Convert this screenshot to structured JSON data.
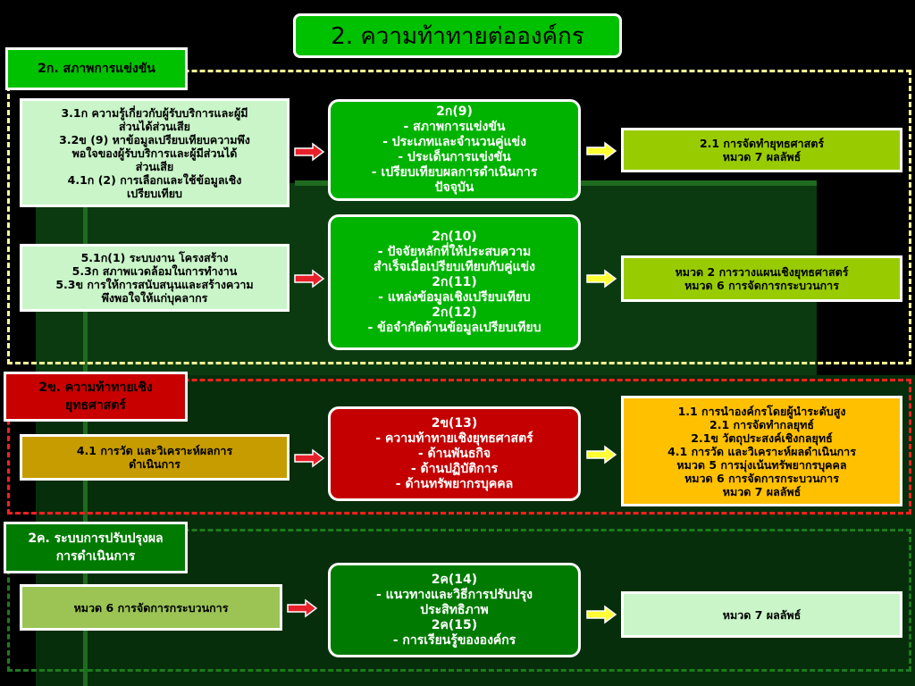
{
  "title": "2. ความท้าทายต่อองค์กร",
  "colors": {
    "title_bg": "#00c100",
    "section_a": "#00c100",
    "section_b": "#c80000",
    "section_c": "#007a00",
    "left_box": "#c9f5c9",
    "mid_green": "#00b300",
    "mid_red": "#c40000",
    "mid_darkgreen": "#007a00",
    "right_olive": "#99cc00",
    "right_yellow": "#ffc000",
    "right_light": "#c9f5c9",
    "left_gold": "#c79c00",
    "left_olive": "#9bc455",
    "arrow_red": "#e8202a",
    "arrow_yellow": "#ffff33",
    "dash_yellow": "#ffff99",
    "dash_red": "#ff2020",
    "dash_green": "#1e7a1e"
  },
  "sections": {
    "a": {
      "label": "2ก. สภาพการแข่งขัน"
    },
    "b": {
      "line1": "2ข. ความท้าทายเชิง",
      "line2": "ยุทธศาสตร์"
    },
    "c": {
      "line1": "2ค. ระบบการปรับปรุงผล",
      "line2": "การดำเนินการ"
    }
  },
  "left_boxes": {
    "a1": [
      "3.1ก ความรู้เกี่ยวกับผู้รับบริการและผู้มี",
      "ส่วนได้ส่วนเสีย",
      "3.2ข (9) หาข้อมูลเปรียบเทียบความพึง",
      "พอใจของผู้รับบริการและผู้มีส่วนได้",
      "ส่วนเสีย",
      "4.1ก (2) การเลือกและใช้ข้อมูลเชิง",
      "เปรียบเทียบ"
    ],
    "a2": [
      "5.1ก(1) ระบบงาน โครงสร้าง",
      "5.3ก สภาพแวดล้อมในการทำงาน",
      "5.3ข การให้การสนับสนุนและสร้างความ",
      "พึงพอใจให้แก่บุคลากร"
    ],
    "b1": [
      "4.1 การวัด และวิเคราะห์ผลการ",
      "ดำเนินการ"
    ],
    "c1": [
      "หมวด 6 การจัดการกระบวนการ"
    ]
  },
  "mid_boxes": {
    "a1": [
      "2ก(9)",
      "- สภาพการแข่งขัน",
      "- ประเภทและจำนวนคู่แข่ง",
      "- ประเด็นการแข่งขัน",
      "- เปรียบเทียบผลการดำเนินการ",
      "ปัจจุบัน"
    ],
    "a2": [
      "2ก(10)",
      "-  ปัจจัยหลักที่ให้ประสบความ",
      "สำเร็จเมื่อเปรียบเทียบกับคู่แข่ง",
      "2ก(11)",
      "-  แหล่งข้อมูลเชิงเปรียบเทียบ",
      "2ก(12)",
      "- ข้อจำกัดด้านข้อมูลเปรียบเทียบ"
    ],
    "b1": [
      "2ข(13)",
      "- ความท้าทายเชิงยุทธศาสตร์",
      "- ด้านพันธกิจ",
      "- ด้านปฏิบัติการ",
      "- ด้านทรัพยากรบุคคล"
    ],
    "c1": [
      "2ค(14)",
      "- แนวทางและวิธีการปรับปรุง",
      "ประสิทธิภาพ",
      "2ค(15)",
      "- การเรียนรู้ขององค์กร"
    ]
  },
  "right_boxes": {
    "a1": [
      "2.1 การจัดทำยุทธศาสตร์",
      "หมวด 7 ผลลัพธ์"
    ],
    "a2": [
      "หมวด 2 การวางแผนเชิงยุทธศาสตร์",
      "หมวด 6 การจัดการกระบวนการ"
    ],
    "b1": [
      "1.1 การนำองค์กรโดยผู้นำระดับสูง",
      "2.1 การจัดทำกลยุทธ์",
      "2.1ข วัตถุประสงค์เชิงกลยุทธ์",
      "4.1 การวัด และวิเคราะห์ผลดำเนินการ",
      "หมวด 5 การมุ่งเน้นทรัพยากรบุคคล",
      "หมวด 6 การจัดการกระบวนการ",
      "หมวด 7 ผลลัพธ์"
    ],
    "c1": [
      "หมวด 7 ผลลัพธ์"
    ]
  },
  "icons": {
    "left_arrow": "arrow-right-red",
    "right_arrow": "arrow-right-yellow"
  }
}
